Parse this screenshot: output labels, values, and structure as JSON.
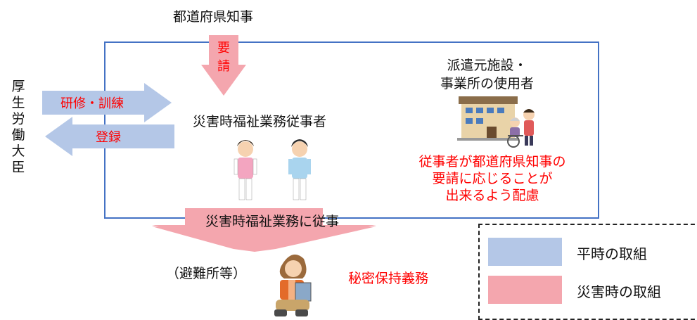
{
  "governor": "都道府県知事",
  "request_arrow_label": [
    "要",
    "請"
  ],
  "minister": [
    "厚",
    "生",
    "労",
    "働",
    "大",
    "臣"
  ],
  "training_arrow_label": "研修・訓練",
  "registration_arrow_label": "登録",
  "worker_title": "災害時福祉業務従事者",
  "facility_title": [
    "派遣元施設・",
    "事業所の使用者"
  ],
  "consideration": [
    "従事者が都道府県知事の",
    "要請に応じることが",
    "出来るよう配慮"
  ],
  "engage_arrow_label": "災害時福祉業務に従事",
  "shelter": "（避難所等）",
  "confidentiality": "秘密保持義務",
  "legend": {
    "normal_label": "平時の取組",
    "disaster_label": "災害時の取組"
  },
  "colors": {
    "normal": "#b4c7e7",
    "disaster": "#f4a6ae",
    "frame": "#4472c4",
    "accent_text": "#ff0000"
  },
  "icons": [
    "worker-female-icon",
    "worker-male-icon",
    "facility-building-icon",
    "caregiver-wheelchair-icon",
    "disaster-worker-clipboard-icon"
  ]
}
